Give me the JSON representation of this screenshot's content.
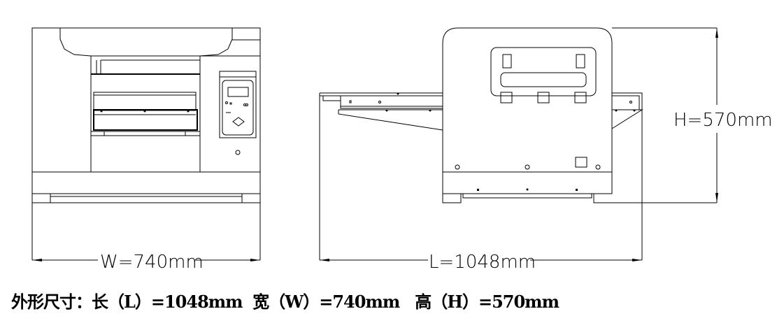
{
  "dimensions": {
    "width_label": "W=740mm",
    "length_label": "L=1048mm",
    "height_label": "H=570mm"
  },
  "caption": "外形尺寸：长（L）=1048mm  宽（W）=740mm   高（H）=570mm"
}
